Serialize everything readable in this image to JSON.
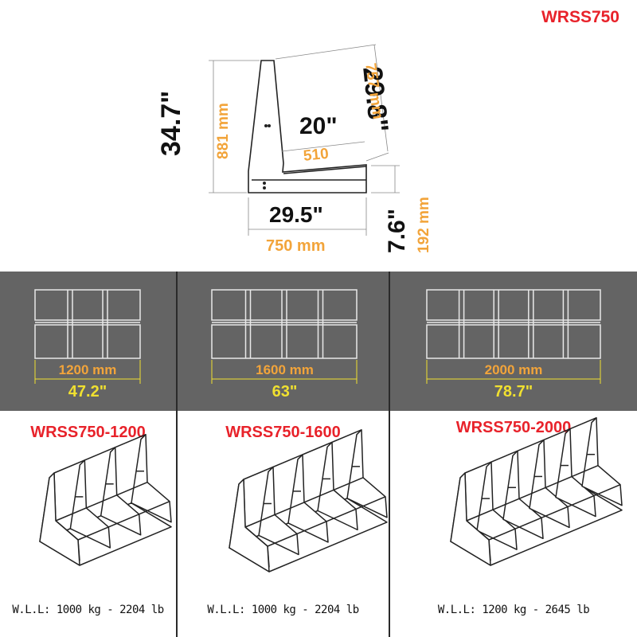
{
  "header": {
    "title": "WRSS750"
  },
  "side_view": {
    "height_in": "34.7\"",
    "height_mm": "881 mm",
    "back_len_in": "29.8\"",
    "back_len_mm": "757 mm",
    "depth_in": "20\"",
    "depth_mm": "510",
    "base_in": "29.5\"",
    "base_mm": "750 mm",
    "step_in": "7.6\"",
    "step_mm": "192 mm"
  },
  "variants": [
    {
      "model": "WRSS750-1200",
      "width_mm": "1200 mm",
      "width_in": "47.2\"",
      "wll": "W.L.L: 1000 kg - 2204 lb",
      "bays": 3
    },
    {
      "model": "WRSS750-1600",
      "width_mm": "1600 mm",
      "width_in": "63\"",
      "wll": "W.L.L: 1000 kg - 2204 lb",
      "bays": 4
    },
    {
      "model": "WRSS750-2000",
      "width_mm": "2000 mm",
      "width_in": "78.7\"",
      "wll": "W.L.L: 1200 kg - 2645 lb",
      "bays": 5
    }
  ],
  "colors": {
    "accent_red": "#e8222a",
    "dim_orange": "#f2a43a",
    "dim_yellow": "#f0e030",
    "band_gray": "#646464"
  }
}
